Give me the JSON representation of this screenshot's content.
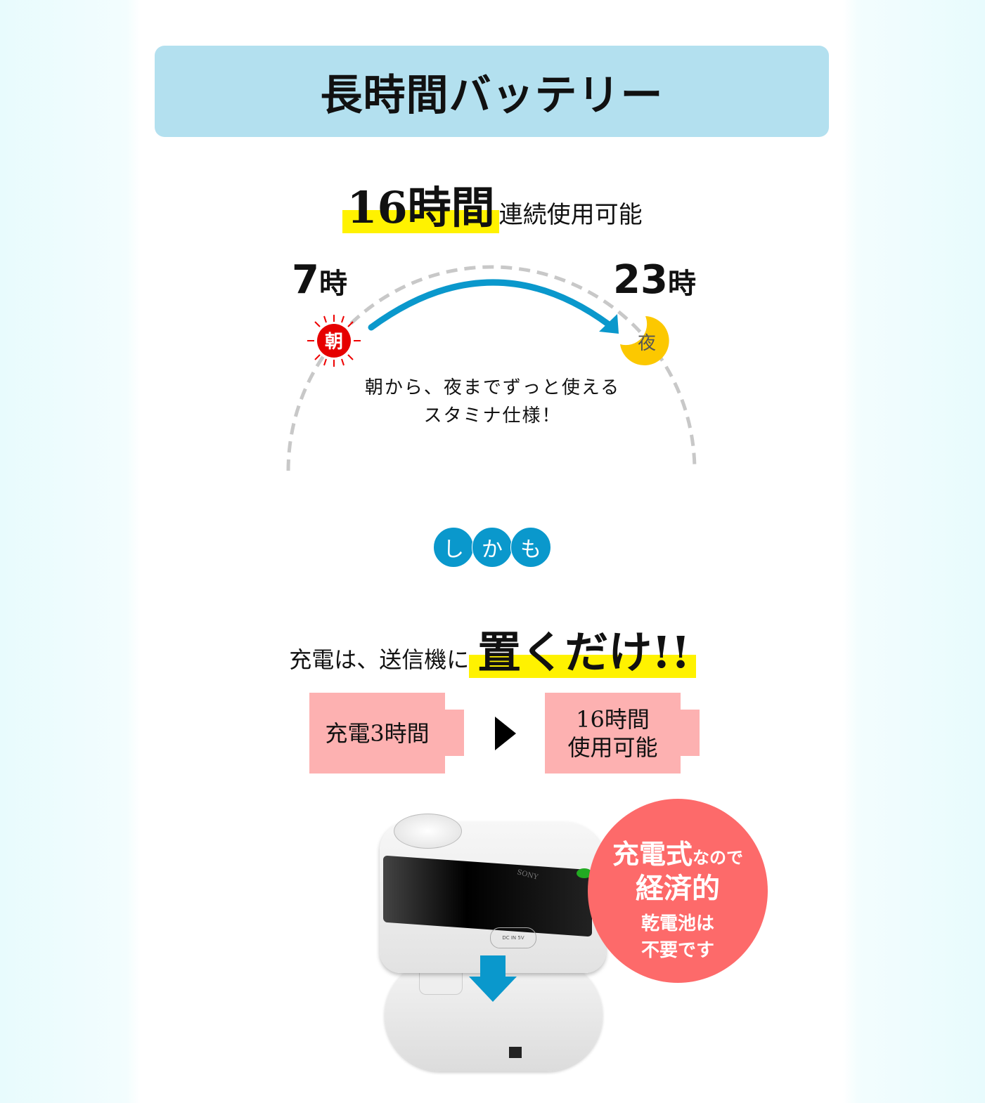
{
  "banner": {
    "title": "長時間バッテリー"
  },
  "subtitle": {
    "highlight": "16時間",
    "text": "連続使用可能"
  },
  "timeline": {
    "start_hour": "7",
    "start_unit": "時",
    "end_hour": "23",
    "end_unit": "時",
    "morning_label": "朝",
    "night_label": "夜",
    "caption_line1": "朝から、夜までずっと使える",
    "caption_line2": "スタミナ仕様！"
  },
  "shikamo": [
    "し",
    "か",
    "も"
  ],
  "charge": {
    "text": "充電は、送信機に",
    "highlight": "置くだけ!!"
  },
  "steps": {
    "charge_time": "充電3時間",
    "use_line1": "16時間",
    "use_line2": "使用可能"
  },
  "badge": {
    "line1_big": "充電式",
    "line1_small": "なので",
    "line2": "経済的",
    "line3": "乾電池は",
    "line4": "不要です"
  },
  "product": {
    "brand": "SONY",
    "dc_label": "DC IN 5V"
  },
  "colors": {
    "banner": "#b3e0ef",
    "highlight": "#fff200",
    "accent_blue": "#0a98cc",
    "battery": "#fdb1b1",
    "badge": "#fd6a6a"
  }
}
